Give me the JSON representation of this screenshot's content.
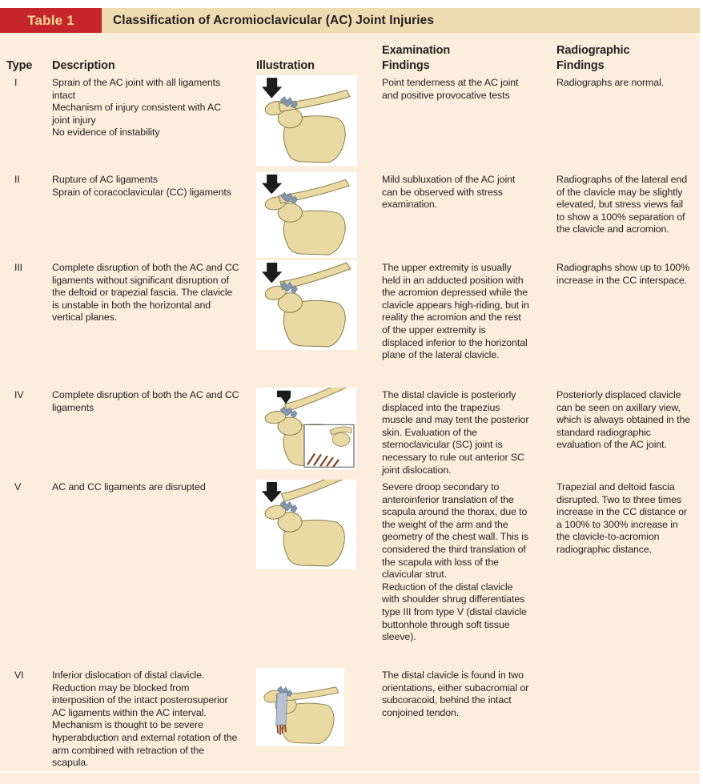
{
  "colors": {
    "badge_bg": "#C5242B",
    "badge_text": "#F5D794",
    "header_strip_bg": "#EFDBB2",
    "body_bg": "#FCEEDC",
    "text": "#231F20",
    "illustration_bone": "#E9D9A3",
    "illustration_ligament": "#8496AC",
    "illustration_muscle": "#8B4527",
    "illustration_arrow": "#1C1C1C"
  },
  "header": {
    "badge_label": "Table 1",
    "title": "Classification of Acromioclavicular (AC) Joint Injuries"
  },
  "table": {
    "columns": [
      "Type",
      "Description",
      "Illustration",
      "Examination\nFindings",
      "Radiographic\nFindings"
    ],
    "rows": [
      {
        "type": "I",
        "description": [
          "Sprain of the AC joint with all ligaments intact",
          "Mechanism of injury consistent with AC joint injury",
          "No evidence of instability"
        ],
        "illustration_alt": "Shoulder diagram, type I: downward force arrow on intact AC joint",
        "examination": [
          "Point tenderness at the AC joint and positive provocative tests"
        ],
        "radiographic": [
          "Radiographs are normal."
        ]
      },
      {
        "type": "II",
        "description": [
          "Rupture of AC ligaments",
          "Sprain of coracoclavicular (CC) ligaments"
        ],
        "illustration_alt": "Shoulder diagram, type II: downward force arrow with slight clavicle elevation",
        "examination": [
          "Mild subluxation of the AC joint can be observed with stress examination."
        ],
        "radiographic": [
          "Radiographs of the lateral end of the clavicle may be slightly elevated, but stress views fail to show a 100% separation of the clavicle and acromion."
        ]
      },
      {
        "type": "III",
        "description": [
          "Complete disruption of both the AC and CC ligaments without significant disruption of the deltoid or trapezial fascia. The clavicle is unstable in both the horizontal and vertical planes."
        ],
        "illustration_alt": "Shoulder diagram, type III: downward force arrow with clavicle separated from acromion",
        "examination": [
          "The upper extremity is usually held in an adducted position with the acromion depressed while the clavicle appears high-riding, but in reality the acromion and the rest of the upper extremity is displaced inferior to the horizontal plane of the lateral clavicle."
        ],
        "radiographic": [
          "Radiographs show up to 100% increase in the CC interspace."
        ]
      },
      {
        "type": "IV",
        "description": [
          "Complete disruption of both the AC and CC ligaments"
        ],
        "illustration_alt": "Shoulder diagram, type IV: clavicle displaced posteriorly into trapezius, with inset view",
        "examination": [
          "The distal clavicle is posteriorly displaced into the trapezius muscle and may tent the posterior skin. Evaluation of the sternoclavicular (SC) joint is necessary to rule out anterior SC joint dislocation."
        ],
        "radiographic": [
          "Posteriorly displaced clavicle can be seen on axillary view, which is always obtained in the standard radiographic evaluation of the AC joint."
        ]
      },
      {
        "type": "V",
        "description": [
          "AC and CC ligaments are disrupted"
        ],
        "illustration_alt": "Shoulder diagram, type V: downward force arrow with widely separated, high-riding clavicle",
        "examination": [
          "Severe droop secondary to anteroinferior translation of the scapula around the thorax, due to the weight of the arm and the geometry of the chest wall. This is considered the third translation of the scapula with loss of the clavicular strut.",
          "Reduction of the distal clavicle with shoulder shrug differentiates type III from type V (distal clavicle buttonhole through soft tissue sleeve)."
        ],
        "radiographic": [
          "Trapezial and deltoid fascia disrupted. Two to three times increase in the CC distance or a 100% to 300% increase in the clavicle-to-acromion radiographic distance."
        ]
      },
      {
        "type": "VI",
        "description": [
          "Inferior dislocation of distal clavicle. Reduction may be blocked from interposition of the intact posterosuperior AC ligaments within the AC interval. Mechanism is thought to be severe hyperabduction and external rotation of the arm combined with retraction of the scapula."
        ],
        "illustration_alt": "Shoulder diagram, type VI: clavicle dislocated inferiorly with torn soft tissue",
        "examination": [
          "The distal clavicle is found in two orientations, either subacromial or subcoracoid, behind the intact conjoined tendon."
        ],
        "radiographic": []
      }
    ]
  }
}
